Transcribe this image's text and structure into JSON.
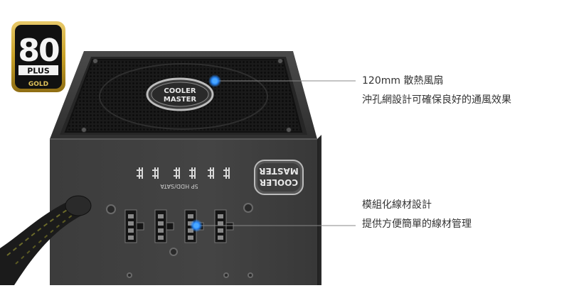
{
  "badge": {
    "number": "80",
    "plus": "PLUS",
    "rating": "GOLD",
    "color": "#c9a227"
  },
  "brand": {
    "fan_logo_line1": "COOLER",
    "fan_logo_line2": "MASTER",
    "side_logo_line1": "COOLER",
    "side_logo_line2": "MASTER"
  },
  "panel": {
    "connector_label": "5P HDD/SATA"
  },
  "features": {
    "fan": {
      "title": "120mm 散熱風扇",
      "desc": "沖孔網設計可確保良好的通風效果"
    },
    "modular": {
      "title": "模組化線材設計",
      "desc": "提供方便簡單的線材管理"
    }
  },
  "colors": {
    "marker": "#2a8cff",
    "leader_line": "#888888",
    "psu_body": "#3a3a3a"
  }
}
